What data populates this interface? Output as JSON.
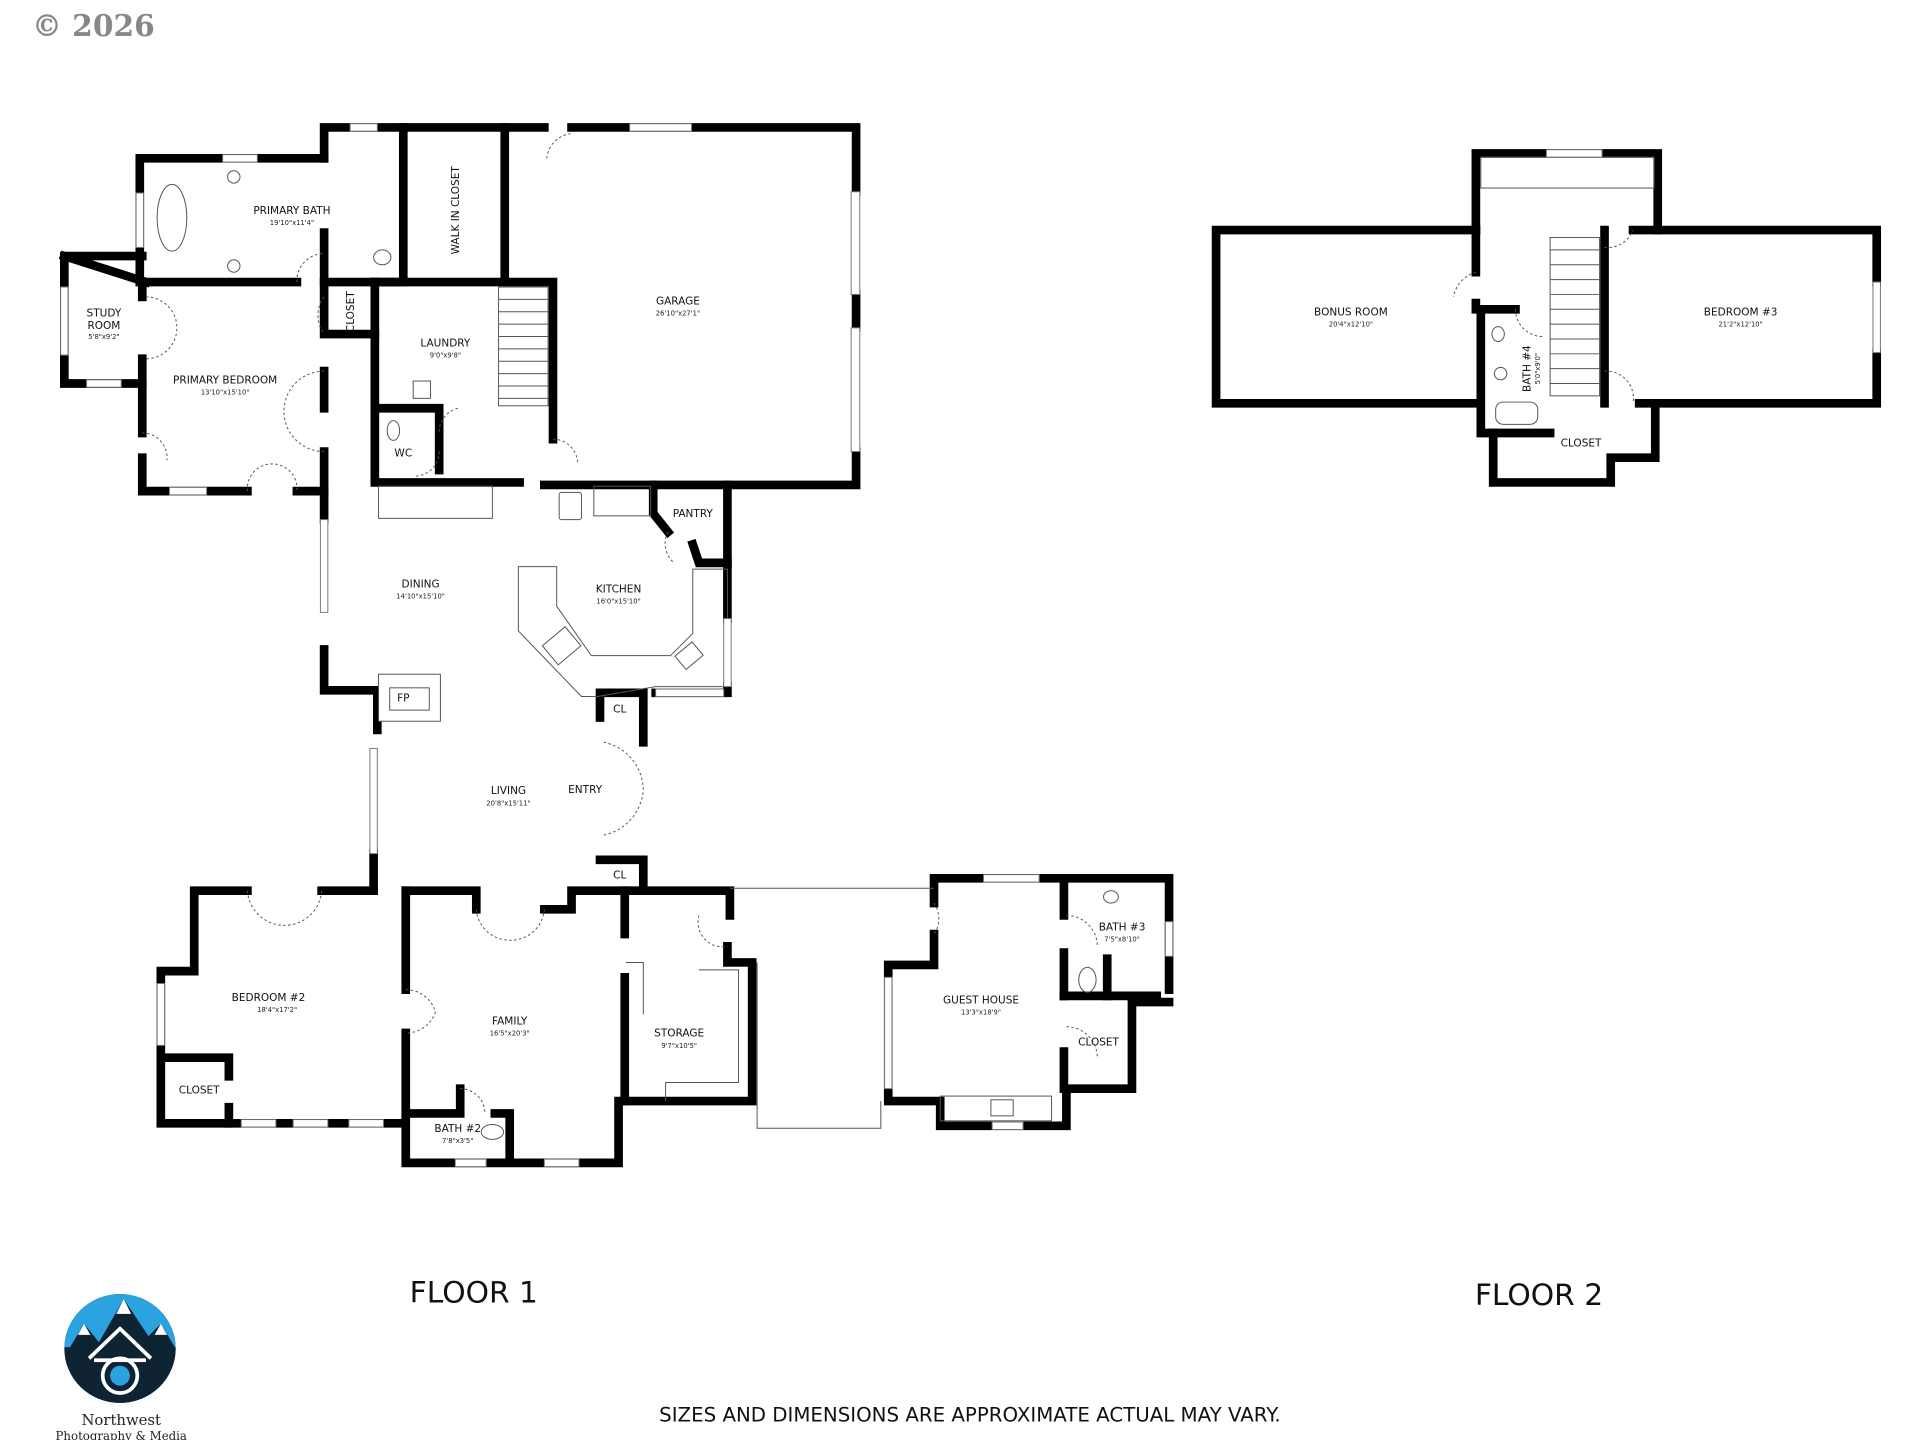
{
  "copyright": "© 2026",
  "floor1": {
    "label": "FLOOR 1",
    "rooms": {
      "primary_bath": {
        "name": "PRIMARY BATH",
        "dims": "19'10\"x11'4\""
      },
      "walk_in_closet": {
        "name": "WALK IN CLOSET"
      },
      "garage": {
        "name": "GARAGE",
        "dims": "26'10\"x27'1\""
      },
      "study_room": {
        "name1": "STUDY",
        "name2": "ROOM",
        "dims": "5'8\"x9'2\""
      },
      "primary_bedroom": {
        "name": "PRIMARY BEDROOM",
        "dims": "13'10\"x15'10\""
      },
      "closet": {
        "name": "CLOSET"
      },
      "laundry": {
        "name": "LAUNDRY",
        "dims": "9'0\"x9'8\""
      },
      "wc": {
        "name": "WC"
      },
      "pantry": {
        "name": "PANTRY"
      },
      "dining": {
        "name": "DINING",
        "dims": "14'10\"x15'10\""
      },
      "kitchen": {
        "name": "KITCHEN",
        "dims": "16'0\"x15'10\""
      },
      "fireplace": {
        "name": "FP"
      },
      "cl_upper": {
        "name": "CL"
      },
      "living": {
        "name": "LIVING",
        "dims": "20'8\"x15'11\""
      },
      "entry": {
        "name": "ENTRY"
      },
      "cl_lower": {
        "name": "CL"
      },
      "bedroom2": {
        "name": "BEDROOM #2",
        "dims": "18'4\"x17'2\""
      },
      "bedroom2_closet": {
        "name": "CLOSET"
      },
      "family": {
        "name": "FAMILY",
        "dims": "16'5\"x20'3\""
      },
      "bath2": {
        "name": "BATH #2",
        "dims": "7'8\"x3'5\""
      },
      "storage": {
        "name": "STORAGE",
        "dims": "9'7\"x10'5\""
      },
      "guest_house": {
        "name": "GUEST HOUSE",
        "dims": "13'3\"x18'9\""
      },
      "bath3": {
        "name": "BATH #3",
        "dims": "7'5\"x8'10\""
      },
      "guest_closet": {
        "name": "CLOSET"
      }
    }
  },
  "floor2": {
    "label": "FLOOR 2",
    "rooms": {
      "bonus_room": {
        "name": "BONUS ROOM",
        "dims": "20'4\"x12'10\""
      },
      "bedroom3": {
        "name": "BEDROOM #3",
        "dims": "21'2\"x12'10\""
      },
      "bath4": {
        "name": "BATH #4",
        "dims": "5'0\"x9'0\""
      },
      "closet": {
        "name": "CLOSET"
      }
    }
  },
  "disclaimer": "SIZES AND DIMENSIONS ARE APPROXIMATE ACTUAL MAY VARY.",
  "logo": {
    "line1": "Northwest",
    "line2": "Photography & Media",
    "colors": {
      "sky": "#2aa3e0",
      "dark": "#0f2433"
    }
  }
}
